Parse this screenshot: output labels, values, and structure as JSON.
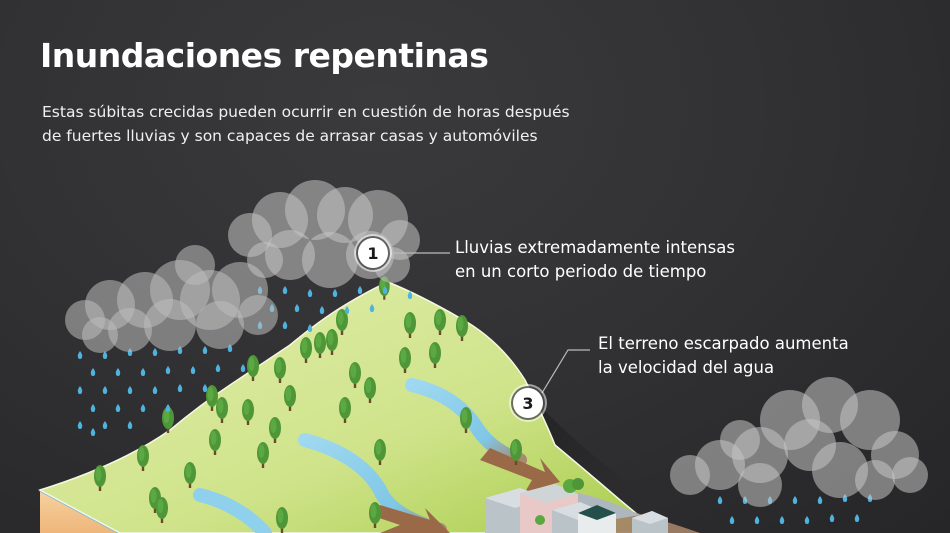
{
  "header": {
    "title": "Inundaciones repentinas",
    "subtitle_lines": [
      "Estas súbitas crecidas pueden ocurrir en cuestión de horas después",
      "de fuertes lluvias y son capaces de arrasar casas y automóviles"
    ]
  },
  "callouts": [
    {
      "number": "1",
      "lines": [
        "Lluvias extremadamente intensas",
        "en un corto periodo de tiempo"
      ]
    },
    {
      "number": "3",
      "lines": [
        "El terreno escarpado aumenta",
        "la velocidad del agua"
      ]
    }
  ],
  "illustration": {
    "elements": [
      "rain-clouds",
      "raindrops",
      "hillside-with-trees",
      "water-streams",
      "mud-flow-arrows",
      "city-buildings"
    ]
  },
  "colors": {
    "background": "#2c2c2e",
    "text": "#ffffff",
    "cloud": "#bdbdbd",
    "raindrop": "#4fb3e0",
    "grass_light": "#d9ea9c",
    "grass_dark": "#9cc43f",
    "tree": "#4f9a3a",
    "trunk": "#6b4a2a",
    "water": "#8fd0ec",
    "mud": "#9a6a48",
    "soil": "#f2c48c",
    "building": "#b9c3c8",
    "building_dark": "#23504a"
  }
}
